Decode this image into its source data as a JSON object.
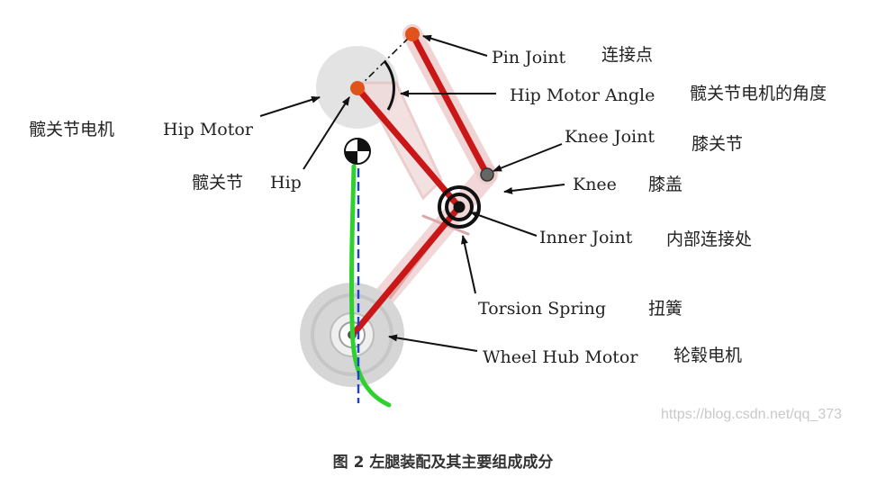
{
  "labels": {
    "pin_joint_en": "Pin Joint",
    "pin_joint_zh": "连接点",
    "hip_motor_angle_en": "Hip Motor Angle",
    "hip_motor_angle_zh": "髋关节电机的角度",
    "hip_motor_zh": "髋关节电机",
    "hip_motor_en": "Hip Motor",
    "knee_joint_en": "Knee Joint",
    "knee_joint_zh": "膝关节",
    "hip_zh": "髋关节",
    "hip_en": "Hip",
    "knee_en": "Knee",
    "knee_zh": "膝盖",
    "inner_joint_en": "Inner Joint",
    "inner_joint_zh": "内部连接处",
    "torsion_spring_en": "Torsion Spring",
    "torsion_spring_zh": "扭簧",
    "wheel_hub_motor_en": "Wheel Hub Motor",
    "wheel_hub_motor_zh": "轮毂电机"
  },
  "watermark": "https://blog.csdn.net/qq_373",
  "caption": "图 2 左腿装配及其主要组成成分",
  "colors": {
    "link_red": "#cc1a1a",
    "joint_orange": "#e0541b",
    "ghost_pink": "#e9c4c4",
    "ground_green": "#2fd12f",
    "dashed_blue": "#1f3fd6",
    "wheel_gray": "#d9d9d9"
  }
}
